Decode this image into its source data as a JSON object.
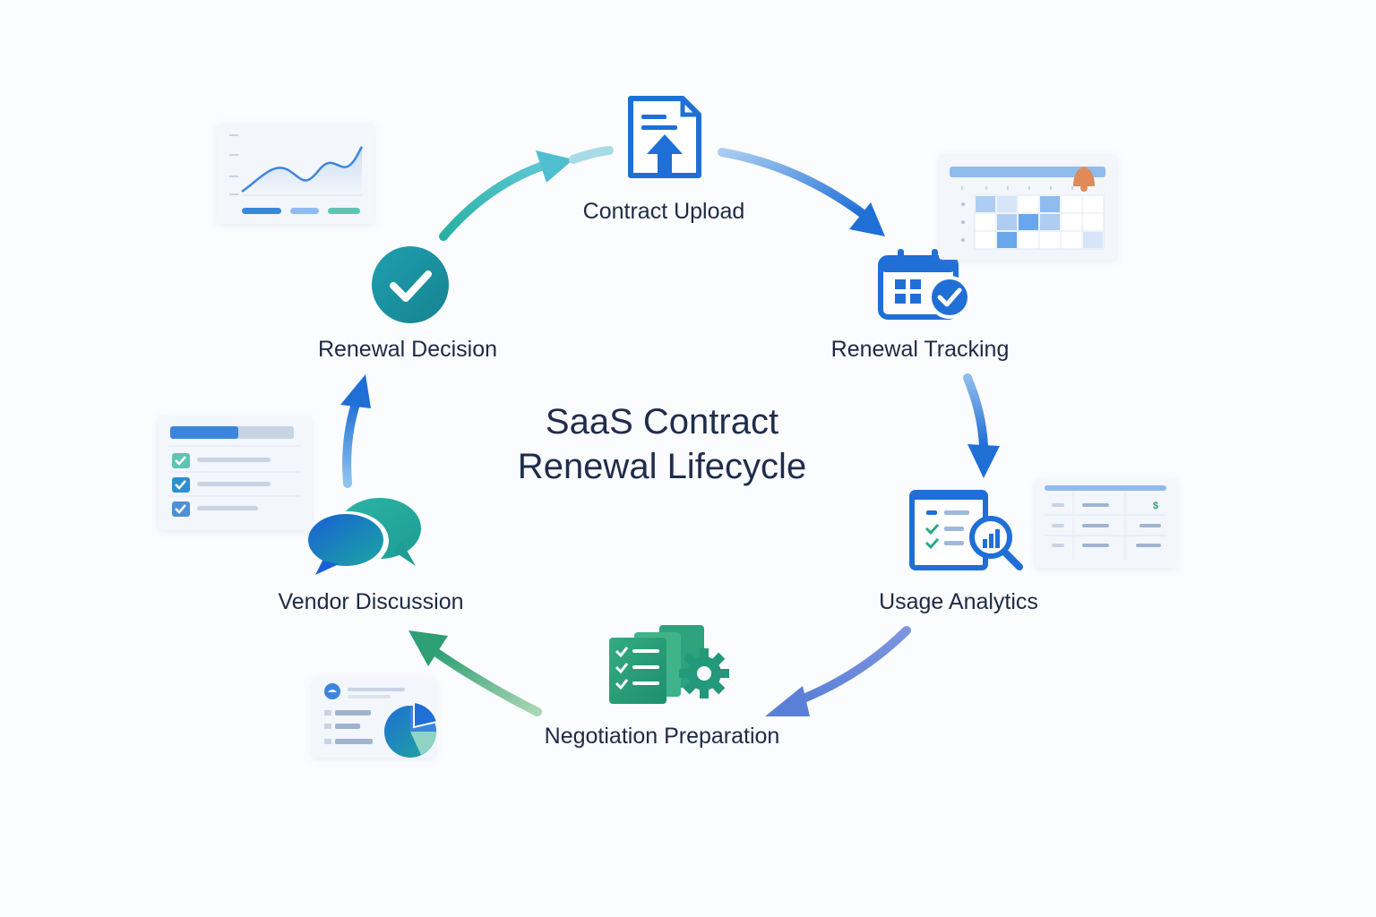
{
  "diagram": {
    "title_line1": "SaaS Contract",
    "title_line2": "Renewal Lifecycle",
    "stages": [
      {
        "label": "Contract Upload",
        "icon": "document-upload-icon"
      },
      {
        "label": "Renewal Tracking",
        "icon": "calendar-check-icon"
      },
      {
        "label": "Usage Analytics",
        "icon": "report-magnifier-icon"
      },
      {
        "label": "Negotiation Preparation",
        "icon": "checklist-gear-icon"
      },
      {
        "label": "Vendor Discussion",
        "icon": "chat-bubbles-icon"
      },
      {
        "label": "Renewal Decision",
        "icon": "check-circle-icon"
      }
    ],
    "cards": {
      "usage_table_currency": "$"
    }
  },
  "colors": {
    "blue": "#1f6fd6",
    "teal": "#22a79a",
    "green": "#2e9e74",
    "text": "#1e2a44"
  }
}
